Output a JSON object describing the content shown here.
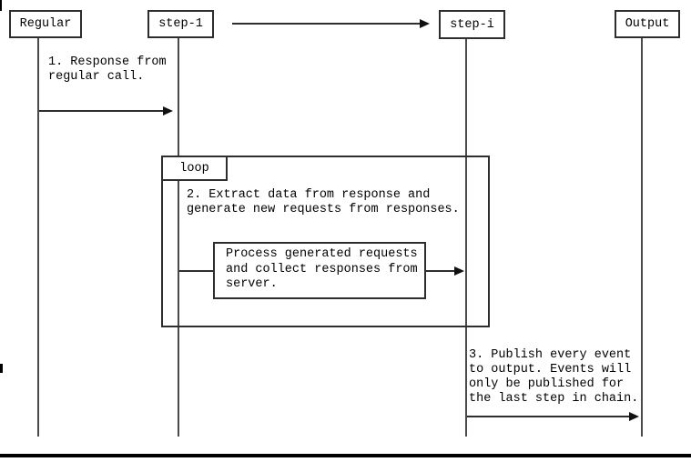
{
  "diagram": {
    "actors": [
      {
        "label": "Regular"
      },
      {
        "label": "step-1"
      },
      {
        "label": "step-i"
      },
      {
        "label": "Output"
      }
    ],
    "loop": {
      "label": "loop"
    },
    "notes": {
      "msg1": "1. Response from\nregular call.",
      "msg2": "2. Extract data from response and\ngenerate new requests from responses.",
      "process": "Process generated requests\nand collect responses from\nserver.",
      "msg3": "3. Publish every event\nto output. Events will\nonly be published for\nthe last step in chain."
    },
    "colors": {
      "line": "#2e2e2e",
      "lifeline": "#4a4a4a",
      "text": "#000000",
      "background": "#ffffff"
    }
  }
}
